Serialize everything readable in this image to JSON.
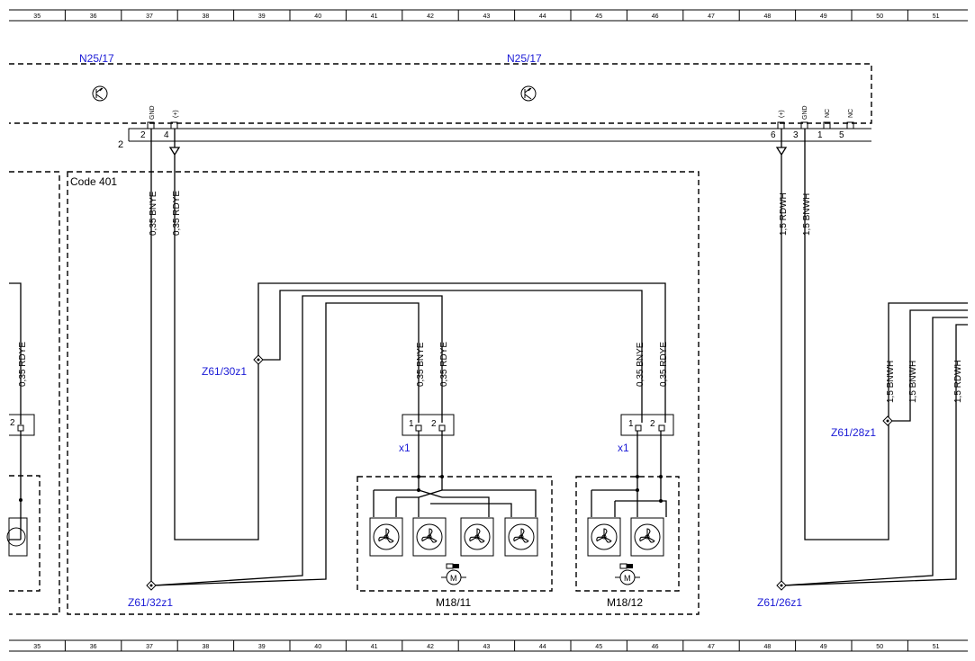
{
  "grid": {
    "columns": [
      "35",
      "36",
      "37",
      "38",
      "39",
      "40",
      "41",
      "42",
      "43",
      "44",
      "45",
      "46",
      "47",
      "48",
      "49",
      "50",
      "51"
    ]
  },
  "modules": {
    "left_label": "N25/17",
    "right_label": "N25/17",
    "pin_left_gnd_tag": "GND",
    "pin_left_plus_tag": "(+)",
    "pin_right_plus_tag": "(+)",
    "pin_right_gnd_tag": "GND",
    "pin_nc1_tag": "NC",
    "pin_nc2_tag": "NC",
    "connector_index": "2",
    "pin_2": "2",
    "pin_4": "4",
    "pin_6": "6",
    "pin_3": "3",
    "pin_1": "1",
    "pin_5": "5"
  },
  "code_box": {
    "label": "Code 401"
  },
  "wires": {
    "w1": "0,35 BNYE",
    "w2": "0,35 RDYE",
    "w3": "1,5 RDWH",
    "w4": "1,5 BNWH",
    "w5": "0,35 RDYE",
    "w6": "0,35 BNYE",
    "w7": "0,35 RDYE",
    "w8": "0,35 BNYE",
    "w9": "0,35 RDYE",
    "w10": "1,5 BNWH",
    "w11": "1,5 BNWH",
    "w12": "1,5 RDWH"
  },
  "junctions": {
    "j1": "Z61/30z1",
    "j2": "Z61/32z1",
    "j3": "Z61/28z1",
    "j4": "Z61/26z1"
  },
  "connectors": {
    "c1_label": "x1",
    "c2_label": "x1",
    "c1_pin1": "1",
    "c1_pin2": "2",
    "c2_pin1": "1",
    "c2_pin2": "2",
    "edge_pin2": "2"
  },
  "components": {
    "fan1": "M18/11",
    "fan2": "M18/12",
    "motor_symbol": "M"
  }
}
